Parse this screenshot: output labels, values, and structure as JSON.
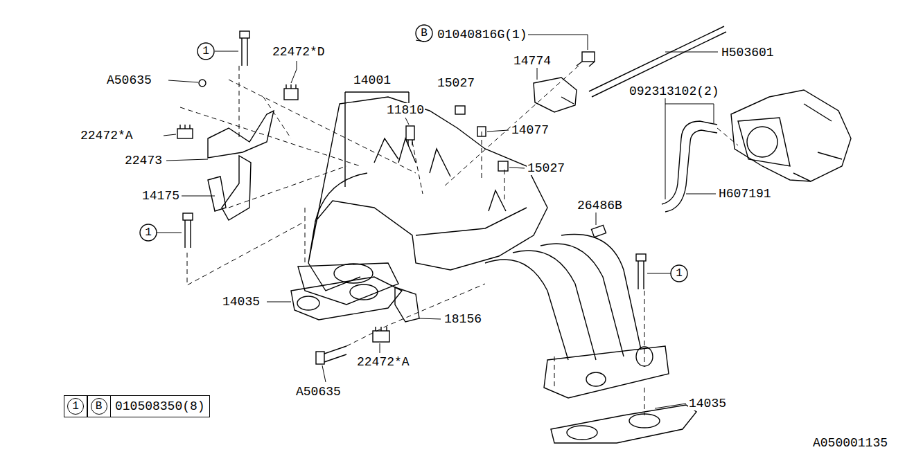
{
  "diagram": {
    "nodes": [
      {
        "text": [
          "1",
          "B",
          "010508350(8)"
        ]
      }
    ],
    "labels": [
      "1",
      "22472*D",
      "A50635",
      "14001",
      "15027",
      "B",
      "01040816G(1)",
      "14774",
      "H503601",
      "11810",
      "092313102(2)",
      "22472*A",
      "14077",
      "22473",
      "15027",
      "14175",
      "H607191",
      "26486B",
      "1",
      "1",
      "14035",
      "18156",
      "22472*A",
      "A50635",
      "14035",
      "A050001135"
    ]
  }
}
